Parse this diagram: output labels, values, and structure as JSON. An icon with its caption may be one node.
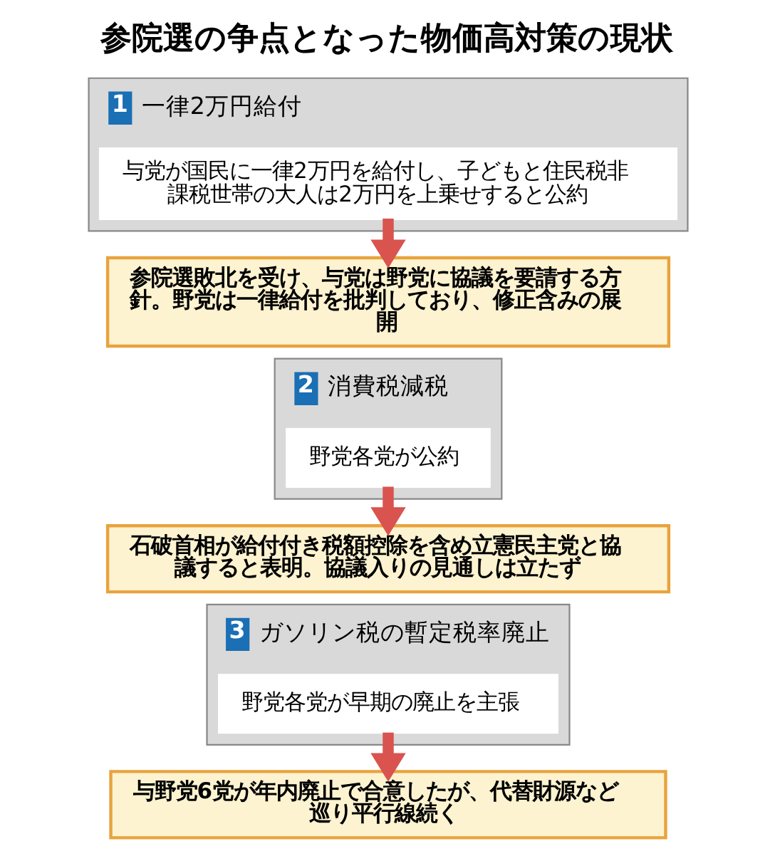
{
  "diagram": {
    "title": "参院選の争点となった物価高対策の現状",
    "nodes": [
      {
        "text": [
          "1",
          "一律2万円給付"
        ]
      },
      {
        "text": [
          "与党が国民に一律2万円を給付し、子どもと住民税非課税世帯の大人は2万円を上乗せすると公約"
        ],
        "in": 0
      },
      {
        "text": [
          "参院選敗北を受け、与党は野党に協議を要請する方針。野党は一律給付を批判しており、修正含みの展開"
        ]
      },
      {
        "text": [
          "2",
          "消費税減税"
        ]
      },
      {
        "text": [
          "野党各党が公約"
        ],
        "in": 3
      },
      {
        "text": [
          "石破首相が給付付き税額控除を含め立憲民主党と協議すると表明。協議入りの見通しは立たず"
        ]
      },
      {
        "text": [
          "3",
          "ガソリン税の暫定税率廃止"
        ]
      },
      {
        "text": [
          "野党各党が早期の廃止を主張"
        ],
        "in": 6
      },
      {
        "text": [
          "与野党6党が年内廃止で合意したが、代替財源など巡り平行線続く"
        ]
      }
    ],
    "edges": [
      {
        "from": 1,
        "to": 2,
        "arrow": "to"
      },
      {
        "from": 4,
        "to": 5,
        "arrow": "to"
      },
      {
        "from": 7,
        "to": 8,
        "arrow": "to"
      }
    ]
  }
}
